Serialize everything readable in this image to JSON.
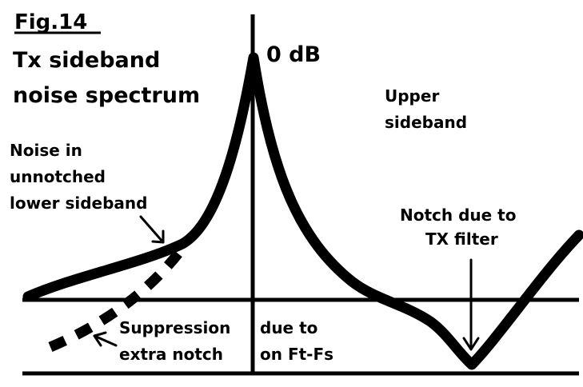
{
  "figure": {
    "fig_label": "Fig.14",
    "title_line1": "Tx sideband",
    "title_line2": "noise spectrum",
    "peak_label": "0 dB",
    "upper_line1": "Upper",
    "upper_line2": "sideband",
    "noise_line1": "Noise in",
    "noise_line2": "unnotched",
    "noise_line3": "lower sideband",
    "notch_line1": "Notch due to",
    "notch_line2": "TX filter",
    "supp_line1": "Suppression",
    "supp_line2": "extra notch",
    "due_line1": "due to",
    "due_line2": "on Ft-Fs"
  },
  "colors": {
    "ink": "#000000",
    "background": "#ffffff"
  }
}
